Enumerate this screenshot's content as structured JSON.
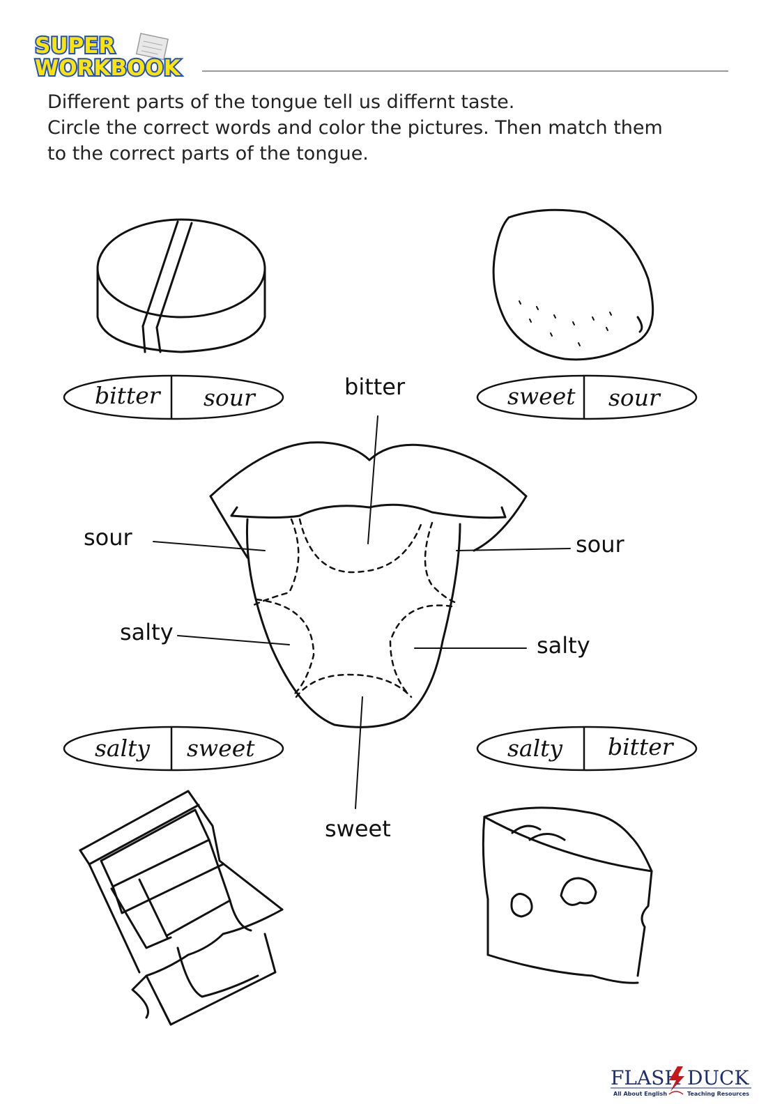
{
  "brand": {
    "line1": "SUPER",
    "line2": "WORKBOOK"
  },
  "instructions": [
    "Different parts of the tongue tell us differnt taste.",
    "Circle the correct words and color the pictures. Then match them",
    "to the correct parts of the tongue."
  ],
  "choices": {
    "pill": [
      "bitter",
      "sour"
    ],
    "lemon": [
      "sweet",
      "sour"
    ],
    "chocolate": [
      "salty",
      "sweet"
    ],
    "cheese": [
      "salty",
      "bitter"
    ]
  },
  "tongue_labels": {
    "top": "bitter",
    "left_upper": "sour",
    "right_upper": "sour",
    "left_lower": "salty",
    "right_lower": "salty",
    "bottom": "sweet"
  },
  "footer": {
    "brand_left": "FLASH",
    "brand_right": "DUCK",
    "tag_left": "All About English",
    "tag_right": "Teaching Resources"
  },
  "colors": {
    "logo_fill": "#FFE400",
    "logo_outline": "#1B4FD8",
    "ink": "#111111",
    "footer": "#1E2F6B",
    "footer_accent": "#C8161D"
  }
}
